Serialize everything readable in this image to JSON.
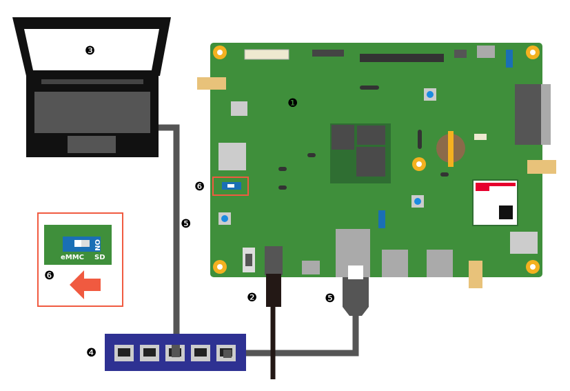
{
  "callouts": {
    "board": "❶",
    "power": "❷",
    "pc": "❸",
    "hub": "❹",
    "lan_cable_left": "❺",
    "lan_cable_right": "❺",
    "boot_switch_board": "❻",
    "boot_switch_inset": "❻"
  },
  "inset": {
    "left_label": "eMMC",
    "right_label": "SD",
    "on_label": "ON"
  },
  "colors": {
    "board": "#3f8f3b",
    "hub": "#2e3192",
    "highlight": "#f05a40",
    "switch": "#1a6fb5",
    "mount": "#f4b120"
  }
}
